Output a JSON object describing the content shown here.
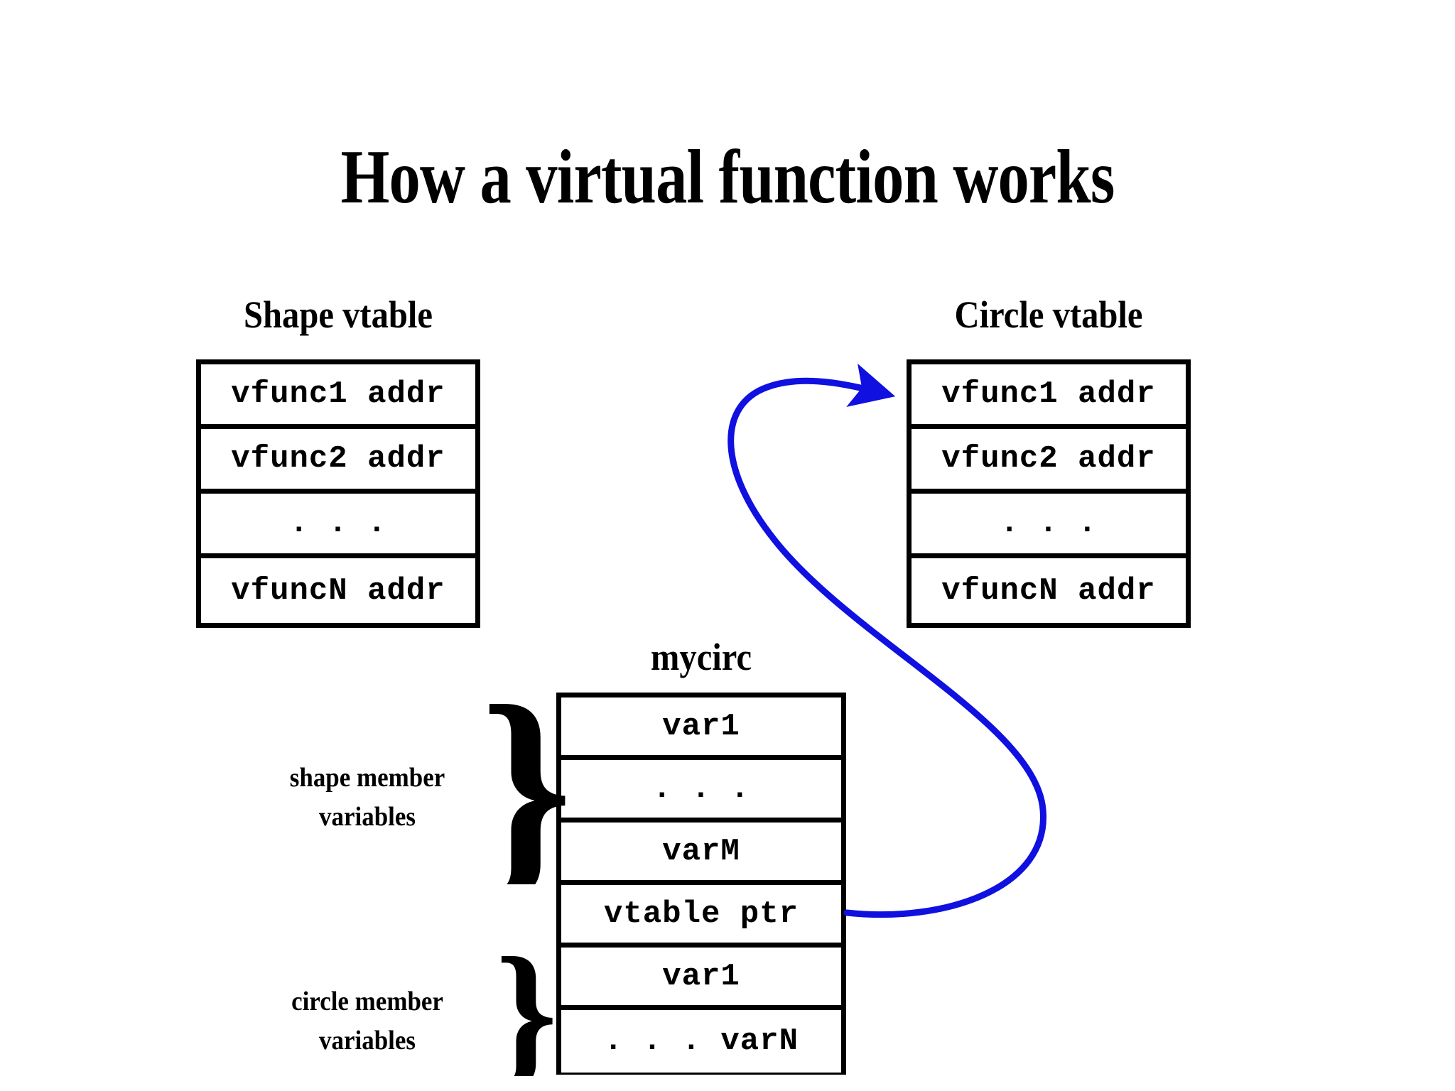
{
  "slide": {
    "title": "How a virtual function works",
    "background_color": "#ffffff",
    "ink_color": "#000000",
    "arrow_color": "#1010E0"
  },
  "shape_vtable": {
    "header": "Shape vtable",
    "rows": [
      "vfunc1 addr",
      "vfunc2 addr",
      ". . .",
      "vfuncN addr"
    ]
  },
  "circle_vtable": {
    "header": "Circle vtable",
    "rows": [
      "vfunc1 addr",
      "vfunc2 addr",
      ". . .",
      "vfuncN addr"
    ]
  },
  "mycirc": {
    "header": "mycirc",
    "rows": [
      "var1",
      ". . .",
      "varM",
      "vtable ptr",
      "var1",
      ". . . varN"
    ]
  },
  "groups": {
    "shape_members": {
      "line1": "shape member",
      "line2": "variables",
      "brace": "}"
    },
    "circle_members": {
      "line1": "circle member",
      "line2": "variables",
      "brace": "}"
    }
  },
  "arrow": {
    "name": "vtable-pointer-arrow",
    "from": "mycirc vtable ptr",
    "to": "Circle vtable vfunc1 addr"
  }
}
